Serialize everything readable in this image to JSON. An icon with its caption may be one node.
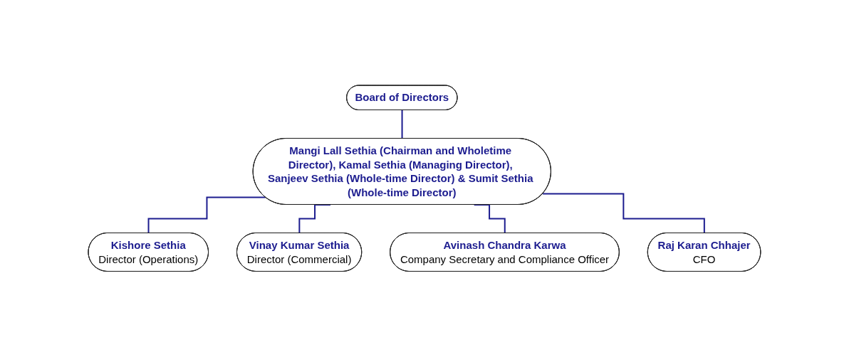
{
  "diagram": {
    "nodes": [
      {
        "text": [
          "Board of Directors"
        ]
      },
      {
        "text": [
          "Mangi Lall Sethia (Chairman and Wholetime Director), Kamal Sethia (Managing Director), Sanjeev Sethia (Whole-time Director) & Sumit Sethia (Whole-time Director)"
        ]
      },
      {
        "text": [
          "Kishore Sethia",
          "Director (Operations)"
        ]
      },
      {
        "text": [
          "Vinay Kumar Sethia",
          "Director (Commercial)"
        ]
      },
      {
        "text": [
          "Avinash Chandra Karwa",
          "Company Secretary and Compliance Officer"
        ]
      },
      {
        "text": [
          "Raj Karan Chhajer",
          "CFO"
        ]
      }
    ],
    "edges": [
      {
        "from": 0,
        "to": 1,
        "arrow": "none"
      },
      {
        "from": 1,
        "to": 2,
        "arrow": "none"
      },
      {
        "from": 1,
        "to": 3,
        "arrow": "none"
      },
      {
        "from": 1,
        "to": 4,
        "arrow": "none"
      },
      {
        "from": 1,
        "to": 5,
        "arrow": "none"
      }
    ]
  }
}
